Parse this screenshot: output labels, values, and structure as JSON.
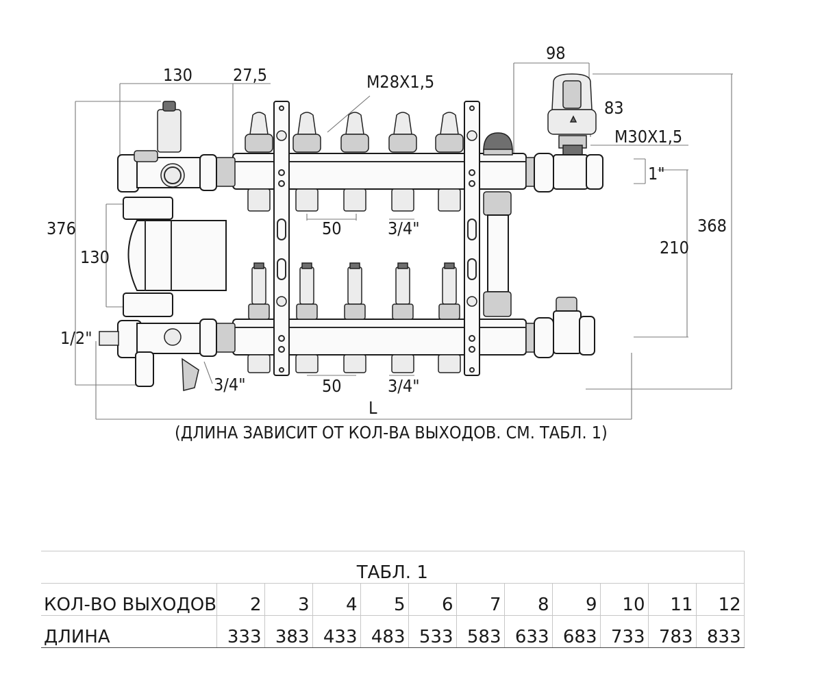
{
  "dimensions": {
    "d130_top": "130",
    "d27_5": "27,5",
    "thread_m28": "M28X1,5",
    "d98": "98",
    "d83": "83",
    "thread_m30": "M30X1,5",
    "d1inch": "1\"",
    "d376": "376",
    "d130_side": "130",
    "d50_top": "50",
    "d3_4_top": "3/4\"",
    "d368": "368",
    "d210": "210",
    "d1_2": "1/2\"",
    "d3_4_left": "3/4\"",
    "d50_bottom": "50",
    "d3_4_bottom": "3/4\"",
    "dL": "L",
    "length_note": "(ДЛИНА ЗАВИСИТ ОТ КОЛ-ВА ВЫХОДОВ. СМ. ТАБЛ. 1)"
  },
  "table": {
    "caption": "ТАБЛ. 1",
    "rows": [
      {
        "label": "КОЛ-ВО ВЫХОДОВ",
        "values": [
          "2",
          "3",
          "4",
          "5",
          "6",
          "7",
          "8",
          "9",
          "10",
          "11",
          "12"
        ]
      },
      {
        "label": "ДЛИНА",
        "values": [
          "333",
          "383",
          "433",
          "483",
          "533",
          "583",
          "633",
          "683",
          "733",
          "783",
          "833"
        ]
      }
    ]
  }
}
